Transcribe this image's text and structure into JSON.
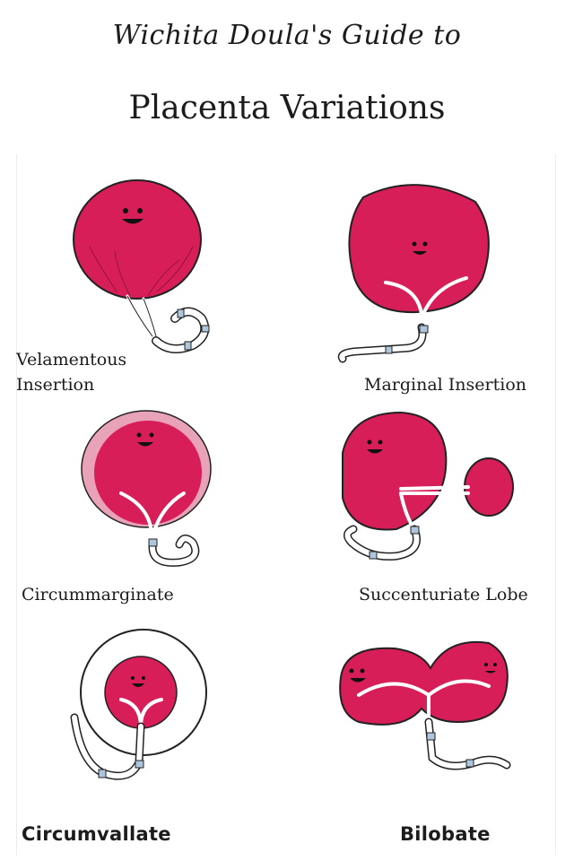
{
  "header": {
    "subtitle": "Wichita Doula's Guide to",
    "title": "Placenta Variations"
  },
  "colors": {
    "placenta": "#d81e58",
    "placenta_light": "#e9a3b9",
    "outline": "#222222",
    "cord_band": "#aec6dd"
  },
  "variations": [
    {
      "name": "Velamentous Insertion",
      "line1": "Velamentous",
      "line2": "Insertion"
    },
    {
      "name": "Marginal Insertion"
    },
    {
      "name": "Circummarginate"
    },
    {
      "name": "Succenturiate Lobe"
    },
    {
      "name": "Circumvallate"
    },
    {
      "name": "Bilobate"
    }
  ]
}
